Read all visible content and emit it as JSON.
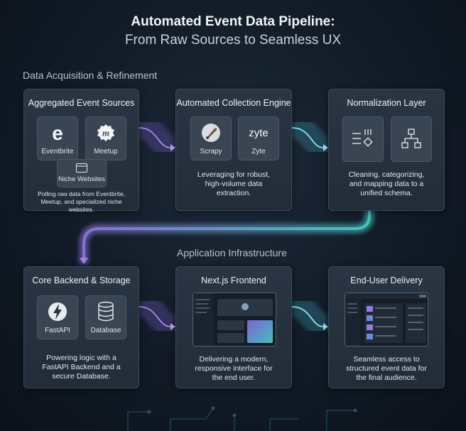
{
  "header": {
    "title": "Automated Event Data Pipeline:",
    "subtitle": "From Raw Sources to Seamless UX"
  },
  "sections": {
    "acquisition": "Data Acquisition & Refinement",
    "infrastructure": "Application Infrastructure"
  },
  "cards": {
    "sources": {
      "title": "Aggregated Event Sources",
      "tiles": [
        "Eventbrite",
        "Meetup",
        "Niche Websites"
      ],
      "description": "Polling raw data from Eventbrite, Meetup, and specialized niche websites."
    },
    "collection": {
      "title": "Automated Collection Engine",
      "tiles": [
        "Scrapy",
        "Zyte"
      ],
      "logo_text": "zyte",
      "description": "Leveraging for robust, high-volume data extraction."
    },
    "normalization": {
      "title": "Normalization Layer",
      "description": "Cleaning, categorizing, and mapping data to a unified schema."
    },
    "backend": {
      "title": "Core Backend & Storage",
      "tiles": [
        "FastAPI",
        "Database"
      ],
      "description": "Powering logic with a FastAPI Backend and a secure Database."
    },
    "frontend": {
      "title": "Next.js Frontend",
      "description": "Delivering a modern, responsive interface for the end user."
    },
    "delivery": {
      "title": "End-User Delivery",
      "description": "Seamless access to structured event data for the final audience."
    }
  },
  "colors": {
    "flow_purple": "#8a6fd6",
    "flow_teal": "#46c7c0",
    "background": "#111a26",
    "card": "#252f3c"
  },
  "icons": [
    "eventbrite-icon",
    "meetup-icon",
    "browser-window-icon",
    "scrapy-icon",
    "zyte-icon",
    "filter-list-icon",
    "hierarchy-icon",
    "bolt-icon",
    "database-icon"
  ]
}
